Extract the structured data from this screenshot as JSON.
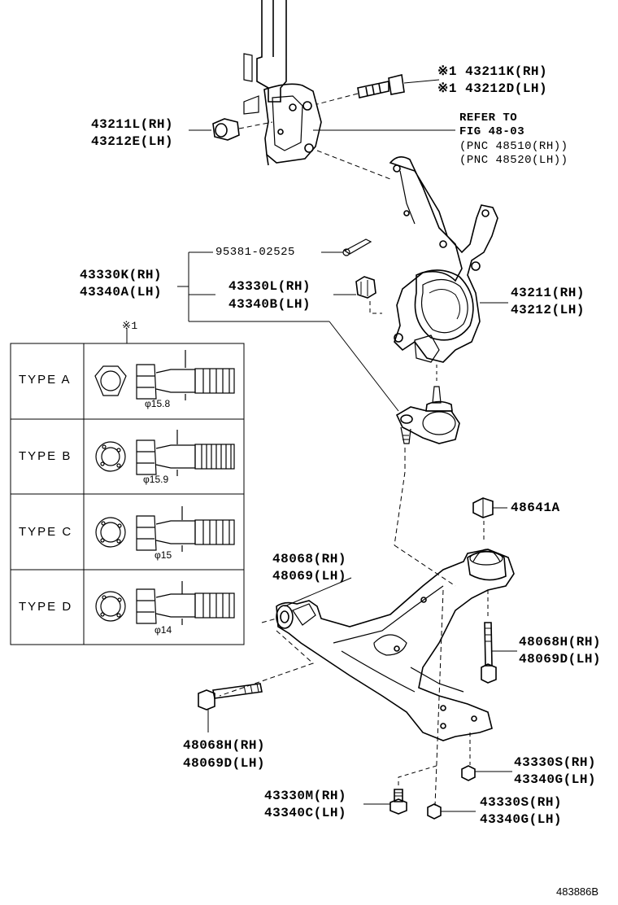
{
  "labels": {
    "bolt_knuckle_rh": "※1 43211K(RH)",
    "bolt_knuckle_lh": "※1 43212D(LH)",
    "nut_rh": "43211L(RH)",
    "nut_lh": "43212E(LH)",
    "refer_1": "REFER TO",
    "refer_2": "FIG 48-03",
    "refer_3": "(PNC 48510(RH))",
    "refer_4": "(PNC 48520(LH))",
    "pin": "95381-02525",
    "ball_joint_rh": "43330K(RH)",
    "ball_joint_lh": "43340A(LH)",
    "bj_nut_rh": "43330L(RH)",
    "bj_nut_lh": "43340B(LH)",
    "knuckle_rh": "43211(RH)",
    "knuckle_lh": "43212(LH)",
    "nut_48641a": "48641A",
    "bushing_rh": "48068(RH)",
    "bushing_lh": "48069(LH)",
    "bolt_rear_rh": "48068H(RH)",
    "bolt_rear_lh": "48069D(LH)",
    "bolt_front_rh": "48068H(RH)",
    "bolt_front_lh": "48069D(LH)",
    "nut_s1_rh": "43330S(RH)",
    "nut_s1_lh": "43340G(LH)",
    "bolt_m_rh": "43330M(RH)",
    "bolt_m_lh": "43340C(LH)",
    "nut_s2_rh": "43330S(RH)",
    "nut_s2_lh": "43340G(LH)"
  },
  "table": {
    "note": "※1",
    "rows": [
      {
        "type": "TYPE  A",
        "diameter": "φ15.8"
      },
      {
        "type": "TYPE  B",
        "diameter": "φ15.9"
      },
      {
        "type": "TYPE  C",
        "diameter": "φ15"
      },
      {
        "type": "TYPE  D",
        "diameter": "φ14"
      }
    ]
  },
  "figure_id": "483886B"
}
